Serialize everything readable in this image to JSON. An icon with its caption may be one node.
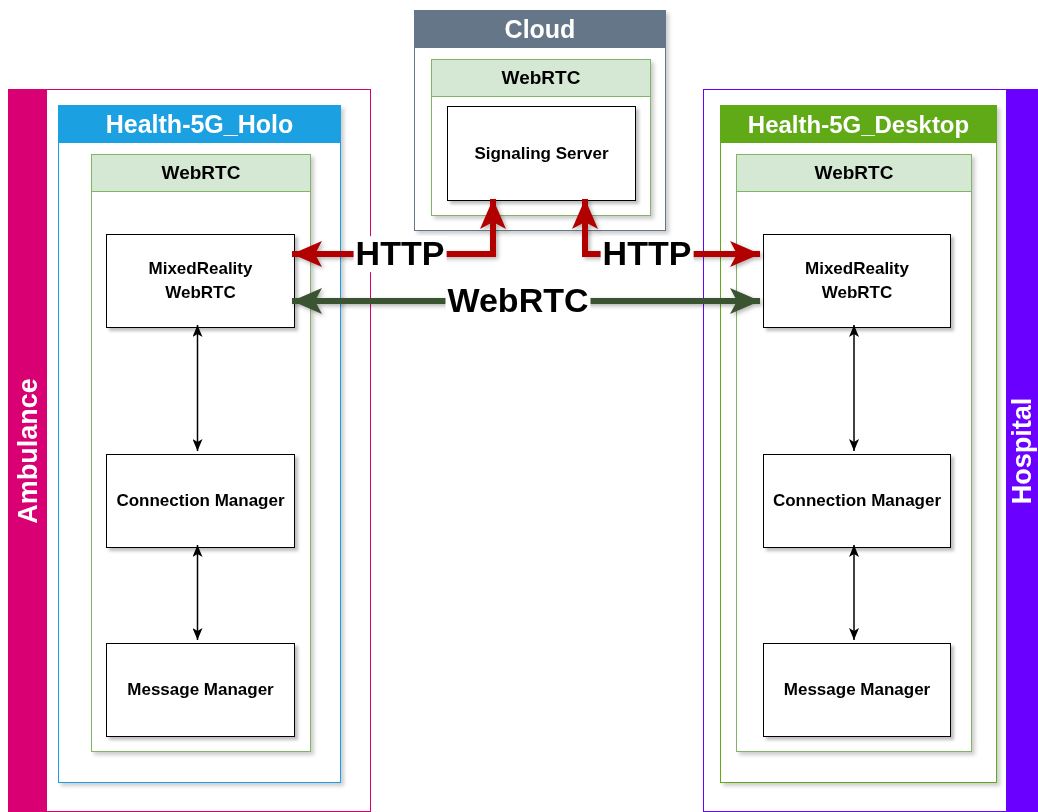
{
  "diagram": {
    "nodes": [
      {
        "text": [
          "Ambulance"
        ]
      },
      {
        "text": [
          "Health-5G_Holo"
        ],
        "in": 0
      },
      {
        "text": [
          "WebRTC"
        ],
        "in": 1
      },
      {
        "text": [
          "MixedReality WebRTC"
        ],
        "in": 2
      },
      {
        "text": [
          "Connection Manager"
        ],
        "in": 2
      },
      {
        "text": [
          "Message Manager"
        ],
        "in": 2
      },
      {
        "text": [
          "Cloud"
        ]
      },
      {
        "text": [
          "WebRTC"
        ],
        "in": 6
      },
      {
        "text": [
          "Signaling Server"
        ],
        "in": 7
      },
      {
        "text": [
          "Hospital"
        ]
      },
      {
        "text": [
          "Health-5G_Desktop"
        ],
        "in": 9
      },
      {
        "text": [
          "WebRTC"
        ],
        "in": 10
      },
      {
        "text": [
          "MixedReality WebRTC"
        ],
        "in": 11
      },
      {
        "text": [
          "Connection Manager"
        ],
        "in": 11
      },
      {
        "text": [
          "Message Manager"
        ],
        "in": 11
      }
    ],
    "edges": [
      {
        "from": 8,
        "to": 3,
        "arrow": "both",
        "label": "HTTP",
        "style": "thick",
        "color": "#b20000"
      },
      {
        "from": 8,
        "to": 12,
        "arrow": "both",
        "label": "HTTP",
        "style": "thick",
        "color": "#b20000"
      },
      {
        "from": 3,
        "to": 12,
        "arrow": "both",
        "label": "WebRTC",
        "style": "thick",
        "color": "#3a5431"
      },
      {
        "from": 3,
        "to": 4,
        "arrow": "both"
      },
      {
        "from": 4,
        "to": 5,
        "arrow": "both"
      },
      {
        "from": 12,
        "to": 13,
        "arrow": "both"
      },
      {
        "from": 13,
        "to": 14,
        "arrow": "both"
      }
    ]
  }
}
